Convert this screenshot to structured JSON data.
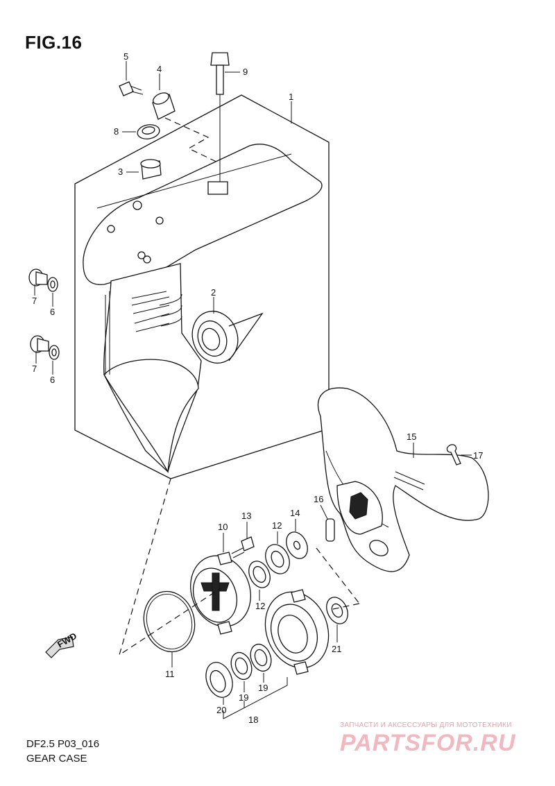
{
  "figure": {
    "title": "FIG.16",
    "model_code": "DF2.5 P03_016",
    "section_name": "GEAR CASE",
    "fwd_label": "FWD"
  },
  "watermark": {
    "tagline": "ЗАПЧАСТИ И АКСЕССУАРЫ ДЛЯ МОТОТЕХНИКИ",
    "logo_text": "PARTSFOR.RU"
  },
  "callouts": [
    {
      "id": "c1",
      "label": "1"
    },
    {
      "id": "c2",
      "label": "2"
    },
    {
      "id": "c3",
      "label": "3"
    },
    {
      "id": "c4",
      "label": "4"
    },
    {
      "id": "c5",
      "label": "5"
    },
    {
      "id": "c6a",
      "label": "6"
    },
    {
      "id": "c6b",
      "label": "6"
    },
    {
      "id": "c7a",
      "label": "7"
    },
    {
      "id": "c7b",
      "label": "7"
    },
    {
      "id": "c8",
      "label": "8"
    },
    {
      "id": "c9",
      "label": "9"
    },
    {
      "id": "c10",
      "label": "10"
    },
    {
      "id": "c11",
      "label": "11"
    },
    {
      "id": "c12a",
      "label": "12"
    },
    {
      "id": "c12b",
      "label": "12"
    },
    {
      "id": "c13",
      "label": "13"
    },
    {
      "id": "c14",
      "label": "14"
    },
    {
      "id": "c15",
      "label": "15"
    },
    {
      "id": "c16",
      "label": "16"
    },
    {
      "id": "c17",
      "label": "17"
    },
    {
      "id": "c18",
      "label": "18"
    },
    {
      "id": "c19a",
      "label": "19"
    },
    {
      "id": "c19b",
      "label": "19"
    },
    {
      "id": "c20",
      "label": "20"
    },
    {
      "id": "c21",
      "label": "21"
    }
  ]
}
